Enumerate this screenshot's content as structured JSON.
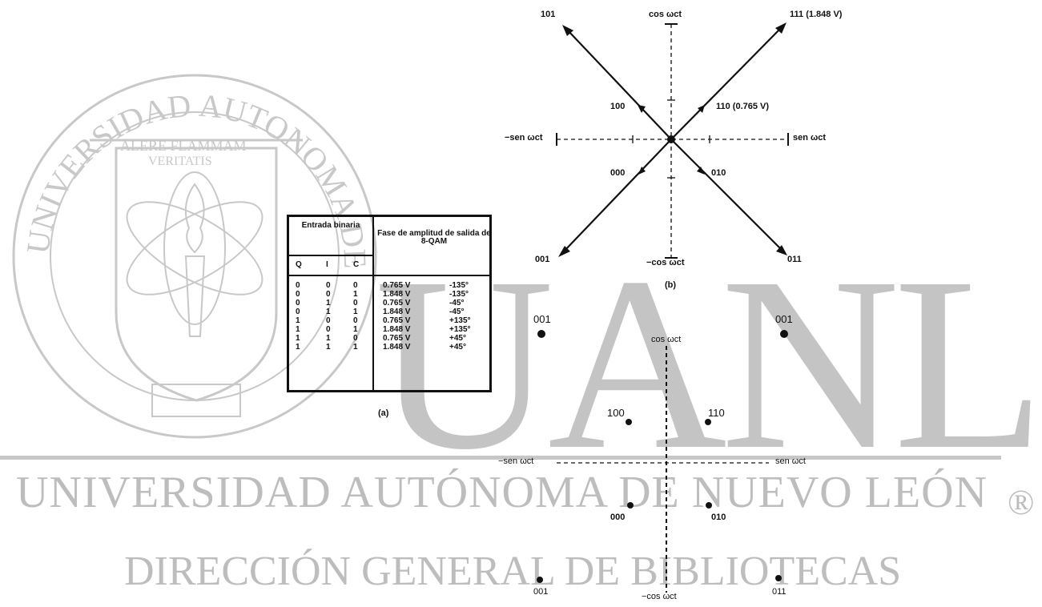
{
  "watermark": {
    "univ_line": "UNIVERSIDAD AUTÓNOMA DE NUEVO LEÓN",
    "direccion": "DIRECCIÓN GENERAL DE BIBLIOTECAS",
    "uanl": "UANL",
    "registered": "®",
    "seal_ring_text": "UNIVERSIDAD AUTONOMA DE NUEVO LEON",
    "seal_motto_1": "ALERE FLAMMAM",
    "seal_motto_2": "VERITATIS"
  },
  "table": {
    "header_input": "Entrada binaria",
    "header_output": "Fase de amplitud de salida de 8-QAM",
    "col_q": "Q",
    "col_i": "I",
    "col_c": "C",
    "rows": [
      {
        "q": "0",
        "i": "0",
        "c": "0",
        "amp": "0.765 V",
        "phase": "-135°"
      },
      {
        "q": "0",
        "i": "0",
        "c": "1",
        "amp": "1.848 V",
        "phase": "-135°"
      },
      {
        "q": "0",
        "i": "1",
        "c": "0",
        "amp": "0.765 V",
        "phase": "-45°"
      },
      {
        "q": "0",
        "i": "1",
        "c": "1",
        "amp": "1.848 V",
        "phase": "-45°"
      },
      {
        "q": "1",
        "i": "0",
        "c": "0",
        "amp": "0.765 V",
        "phase": "+135°"
      },
      {
        "q": "1",
        "i": "0",
        "c": "1",
        "amp": "1.848 V",
        "phase": "+135°"
      },
      {
        "q": "1",
        "i": "1",
        "c": "0",
        "amp": "0.765 V",
        "phase": "+45°"
      },
      {
        "q": "1",
        "i": "1",
        "c": "1",
        "amp": "1.848 V",
        "phase": "+45°"
      }
    ],
    "caption": "(a)"
  },
  "phasor": {
    "cos_top": "cos ωct",
    "cos_bottom": "−cos ωct",
    "sen_left": "−sen ωct",
    "sen_right": "sen ωct",
    "p101": "101",
    "p111": "111 (1.848 V)",
    "p100": "100",
    "p110": "110 (0.765 V)",
    "p000": "000",
    "p010": "010",
    "p001": "001",
    "p011": "011",
    "caption": "(b)"
  },
  "constellation": {
    "cos_top": "cos ωct",
    "cos_bottom": "−cos ωct",
    "sen_left": "−sen ωct",
    "sen_right": "sen ωct",
    "tl": "001",
    "tr": "001",
    "ml": "100",
    "mr": "110",
    "ll": "000",
    "lr": "010",
    "bl": "001",
    "br": "011"
  }
}
